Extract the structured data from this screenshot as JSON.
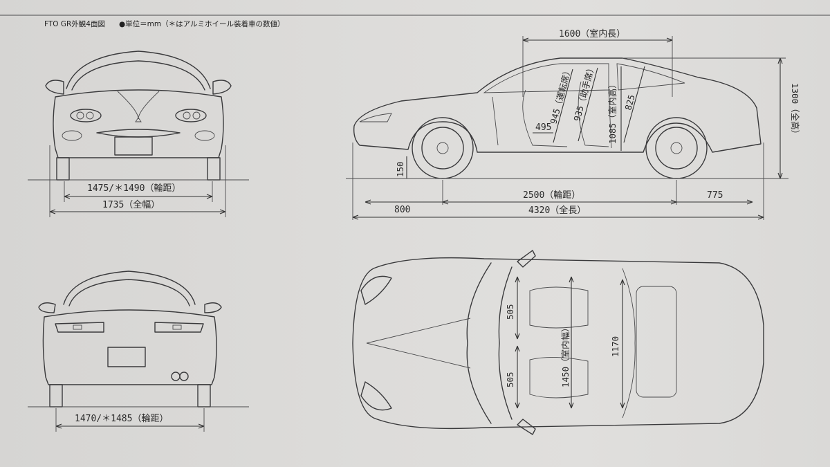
{
  "header": {
    "title": "FTO GR外観4面図",
    "unit_note": "●単位＝mm（＊はアルミホイール装着車の数値）"
  },
  "front_view": {
    "tread": "1475/＊1490（輪距）",
    "width": "1735（全幅）"
  },
  "rear_view": {
    "tread": "1470/＊1485（輪距）"
  },
  "side_view": {
    "interior_length": "1600（室内長）",
    "overall_height": "1300（全高）",
    "interior_height": "1085（室内高）",
    "driver_seat": "945（運転席）",
    "passenger_seat": "935（助手席）",
    "headroom_rear": "825",
    "seat_height": "495",
    "ground_clearance": "150",
    "wheelbase": "2500（輪距）",
    "front_overhang": "800",
    "rear_overhang": "775",
    "overall_length": "4320（全長）"
  },
  "top_view": {
    "interior_width": "1450（室内幅）",
    "seat_width_upper": "505",
    "seat_width_lower": "505",
    "rear_width": "1170"
  }
}
